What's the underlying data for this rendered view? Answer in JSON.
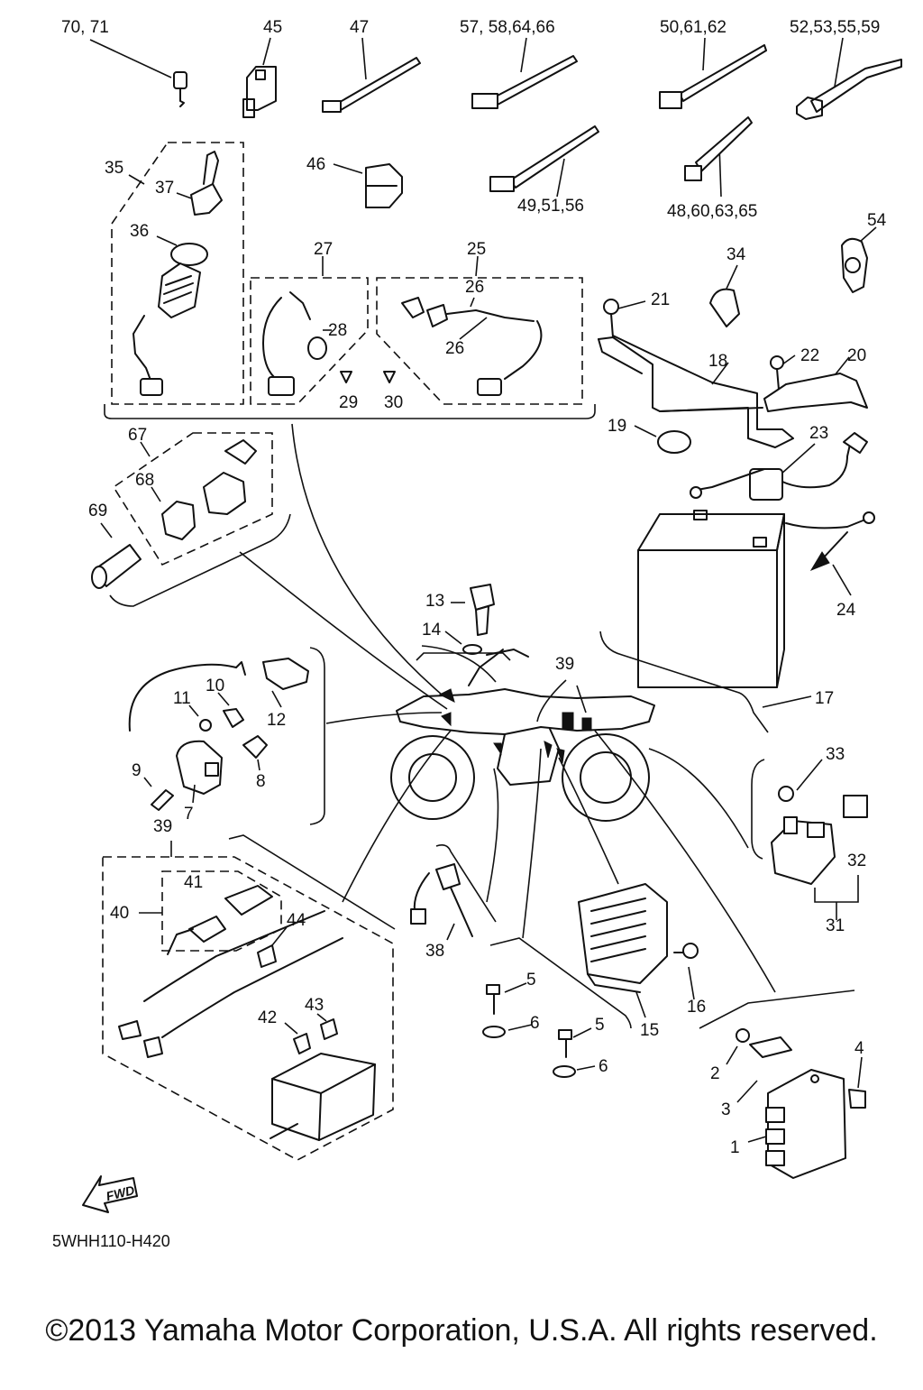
{
  "diagram_code": "5WHH110-H420",
  "copyright": "©2013 Yamaha Motor Corporation, U.S.A. All rights reserved.",
  "fwd_label": "FWD",
  "callouts": {
    "c70_71": "70, 71",
    "c45": "45",
    "c47": "47",
    "c57_58_64_66": "57, 58,64,66",
    "c50_61_62": "50,61,62",
    "c52_53_55_59": "52,53,55,59",
    "c46": "46",
    "c49_51_56": "49,51,56",
    "c48_60_63_65": "48,60,63,65",
    "c54": "54",
    "c35": "35",
    "c37": "37",
    "c36": "36",
    "c27": "27",
    "c25": "25",
    "c26a": "26",
    "c26b": "26",
    "c28": "28",
    "c29": "29",
    "c30": "30",
    "c34": "34",
    "c21": "21",
    "c18": "18",
    "c22": "22",
    "c20": "20",
    "c19": "19",
    "c23": "23",
    "c24": "24",
    "c17": "17",
    "c67": "67",
    "c68": "68",
    "c69": "69",
    "c13": "13",
    "c14": "14",
    "c39a": "39",
    "c39b": "39",
    "c10": "10",
    "c11": "11",
    "c12": "12",
    "c9": "9",
    "c8": "8",
    "c7": "7",
    "c33": "33",
    "c32": "32",
    "c31": "31",
    "c40": "40",
    "c41": "41",
    "c44": "44",
    "c38": "38",
    "c43": "43",
    "c42": "42",
    "c5a": "5",
    "c6a": "6",
    "c5b": "5",
    "c6b": "6",
    "c15": "15",
    "c16": "16",
    "c4": "4",
    "c2": "2",
    "c3": "3",
    "c1": "1"
  }
}
